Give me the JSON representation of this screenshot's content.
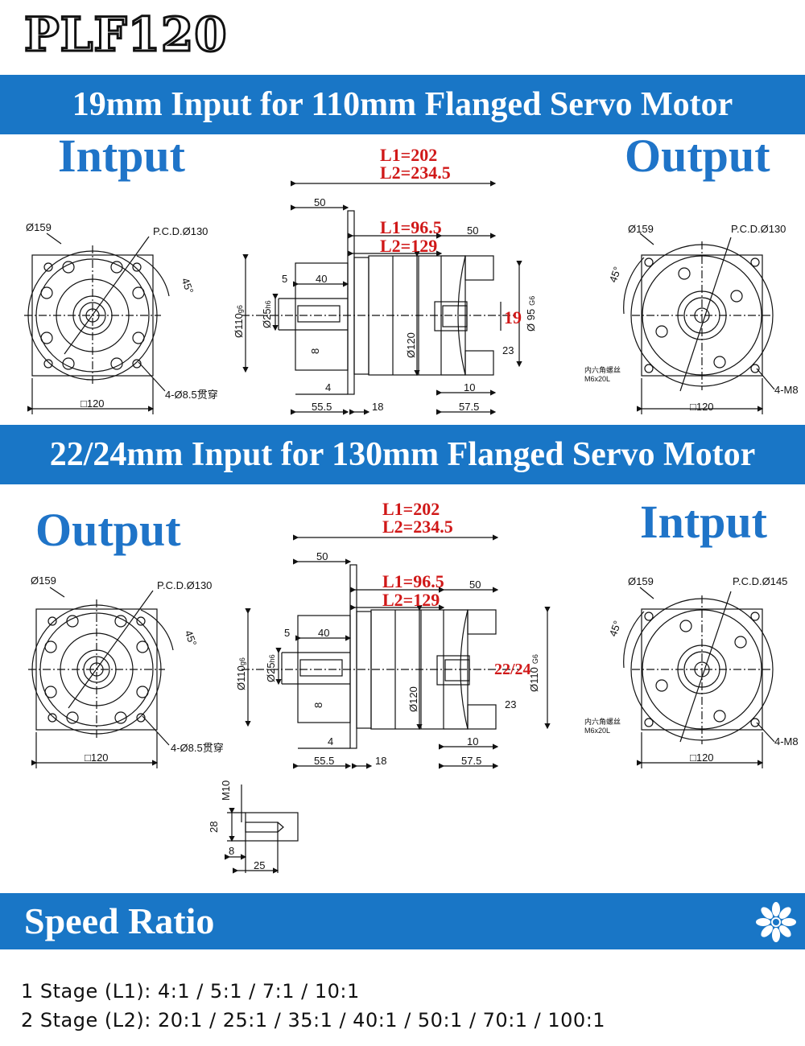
{
  "brand": {
    "model": "PLF120"
  },
  "section1": {
    "title": "19mm Input for 110mm Flanged Servo Motor",
    "left_label": "Intput",
    "right_label": "Output",
    "input_dim": "19",
    "flange_dim": "Ø 95 G6",
    "flange_main": "Ø 95",
    "flange_sub": "G6",
    "out_bolt_text": "4-M8"
  },
  "section2": {
    "title": "22/24mm Input for 130mm Flanged Servo Motor",
    "left_label": "Output",
    "right_label": "Intput",
    "input_dim": "22/24",
    "flange_main": "Ø110",
    "flange_sub": "G6",
    "in_pcd": "P.C.D.Ø145",
    "out_bolt_text": "4-M8"
  },
  "dims": {
    "L1": "L1=202",
    "L2": "L2=234.5",
    "L1b": "L1=96.5",
    "L2b": "L2=129",
    "d50": "50",
    "d40": "40",
    "d5": "5",
    "d8": "8",
    "d4": "4",
    "d55_5": "55.5",
    "d18": "18",
    "d57_5": "57.5",
    "d10": "10",
    "d23": "23",
    "d120": "Ø120",
    "d110main": "Ø110",
    "d110sub": "g6",
    "d25main": "Ø25",
    "d25sub": "h6",
    "phi159": "Ø159",
    "pcd130": "P.C.D.Ø130",
    "deg45": "45°",
    "bolt_pattern": "4-Ø8.5贯穿",
    "sq120": "□120",
    "hex_note1": "内六角螺丝",
    "hex_note2": "M6x20L"
  },
  "detail": {
    "m10": "M10",
    "d28": "28",
    "d8": "8",
    "d25": "25"
  },
  "speed": {
    "title": "Speed Ratio",
    "stage1": "1 Stage (L1): 4:1 / 5:1 / 7:1 / 10:1",
    "stage2": "2 Stage (L2): 20:1 / 25:1 / 35:1 / 40:1 / 50:1 / 70:1 / 100:1"
  },
  "colors": {
    "band": "#1976c6",
    "heading_blue": "#1f74c8",
    "dim_red": "#d01818"
  }
}
